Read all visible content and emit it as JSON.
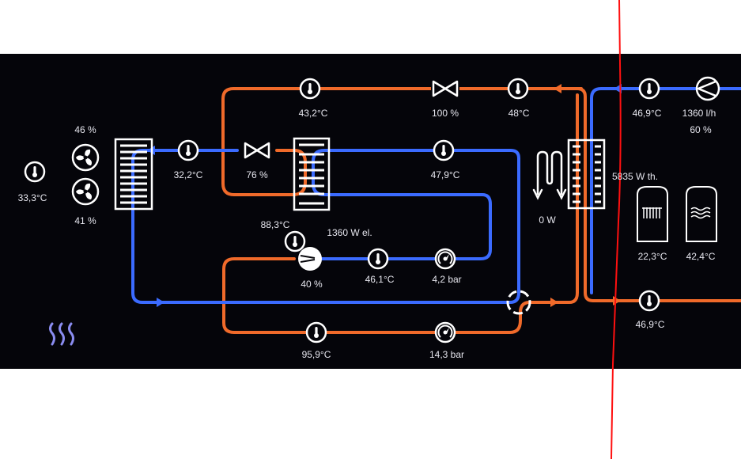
{
  "colors": {
    "background": "#05050a",
    "hot_pipe": "#f06a2a",
    "cold_pipe": "#3b6bff",
    "icon": "#ffffff",
    "annotation_line": "#ff1010",
    "text": "#e6e6ee"
  },
  "outdoor": {
    "temperature": "33,3°C",
    "fan_top_speed": "46 %",
    "fan_bottom_speed": "41 %"
  },
  "refrigerant_circuit": {
    "evaporator_out_temp": "32,2°C",
    "expansion_valve_main": "76 %",
    "condenser_top_temp": "43,2°C",
    "expansion_valve_top": "100 %",
    "liquid_temp": "48°C",
    "suction_line_temp": "47,9°C",
    "compressor_discharge_temp": "88,3°C",
    "compressor_power": "1360 W el.",
    "compressor_speed": "40 %",
    "suction_temp": "46,1°C",
    "low_pressure": "4,2 bar",
    "discharge_line_temp": "95,9°C",
    "high_pressure": "14,3 bar"
  },
  "heating_circuit": {
    "electric_heater_power": "0 W",
    "thermal_power": "5835 W th.",
    "flow_temp": "46,9°C",
    "pump_flow": "1360 l/h",
    "pump_speed": "60 %",
    "return_temp": "46,9°C",
    "buffer_tank_temp": "22,3°C",
    "hot_water_tank_temp": "42,4°C"
  },
  "mode_icon": "heating-waves-icon"
}
